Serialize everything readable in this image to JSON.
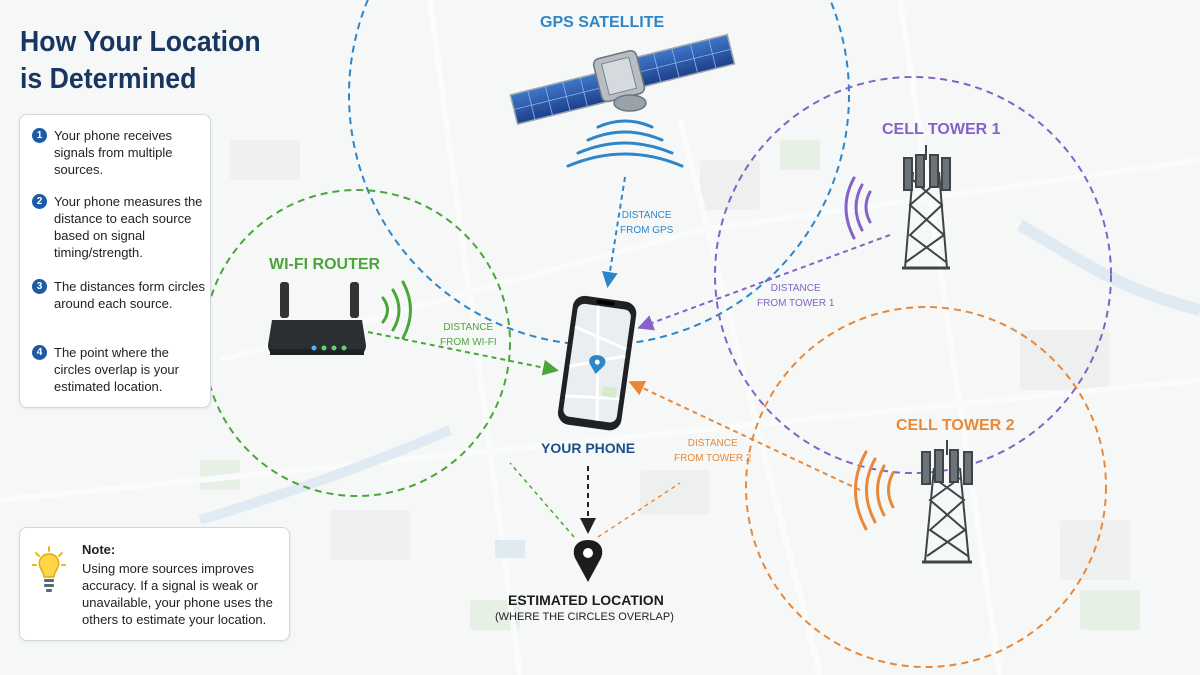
{
  "title": {
    "line1": "How Your Location",
    "line2": "is Determined"
  },
  "steps": [
    {
      "number": "1",
      "text": "Your phone receives signals from multiple sources."
    },
    {
      "number": "2",
      "text": "Your phone measures the distance to each source based on signal timing/strength."
    },
    {
      "number": "3",
      "text": "The distances form circles around each source."
    },
    {
      "number": "4",
      "text": "The point where the circles overlap is your estimated location."
    }
  ],
  "note": {
    "title": "Note:",
    "text": "Using more sources improves accuracy. If a signal is weak or unavailable, your phone uses the others to estimate your location."
  },
  "sources": {
    "gps": {
      "label": "GPS SATELLITE",
      "distance_line1": "DISTANCE",
      "distance_line2": "FROM GPS",
      "color": "#2e86c8"
    },
    "wifi": {
      "label": "WI-FI ROUTER",
      "distance_line1": "DISTANCE",
      "distance_line2": "FROM WI-FI",
      "color": "#4aa53a"
    },
    "tower1": {
      "label": "CELL TOWER 1",
      "distance_line1": "DISTANCE",
      "distance_line2": "FROM TOWER 1",
      "color": "#8462c8"
    },
    "tower2": {
      "label": "CELL TOWER 2",
      "distance_line1": "DISTANCE",
      "distance_line2": "FROM TOWER 2",
      "color": "#e8893a"
    }
  },
  "phone": {
    "label": "YOUR PHONE"
  },
  "estimate": {
    "label": "ESTIMATED LOCATION",
    "sublabel": "(WHERE THE CIRCLES OVERLAP)"
  },
  "colors": {
    "title": "#18365f",
    "step_badge": "#1e5aa5",
    "phone_label": "#1e4f8a"
  }
}
